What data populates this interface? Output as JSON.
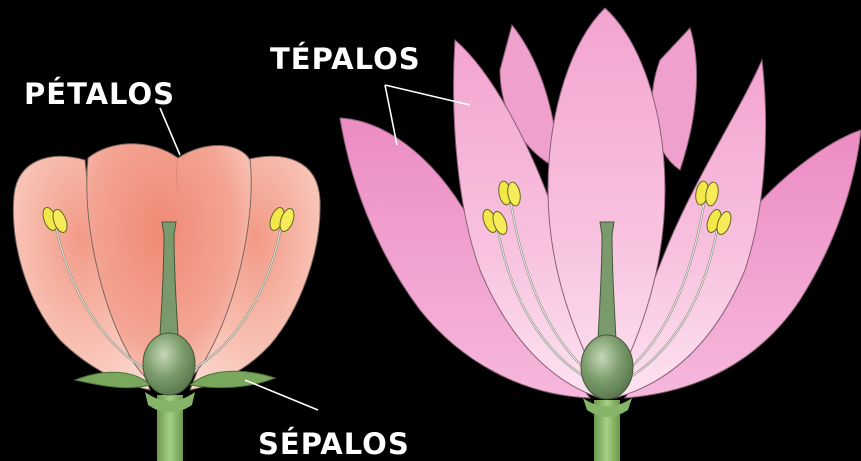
{
  "labels": {
    "petalos": "PÉTALOS",
    "tepalos": "TÉPALOS",
    "sepalos": "SÉPALOS"
  },
  "colors": {
    "background": "#000000",
    "petal_salmon": "#f0907e",
    "tepal_pink": "#f2a2cf",
    "sepal_green": "#6f9e58",
    "stamen_yellow": "#f2e74a",
    "pistil_green": "#7a9a6e",
    "label_text": "#ffffff"
  },
  "icons": {
    "flower_left": "flower-with-petals-and-sepals",
    "flower_right": "flower-with-tepals"
  }
}
